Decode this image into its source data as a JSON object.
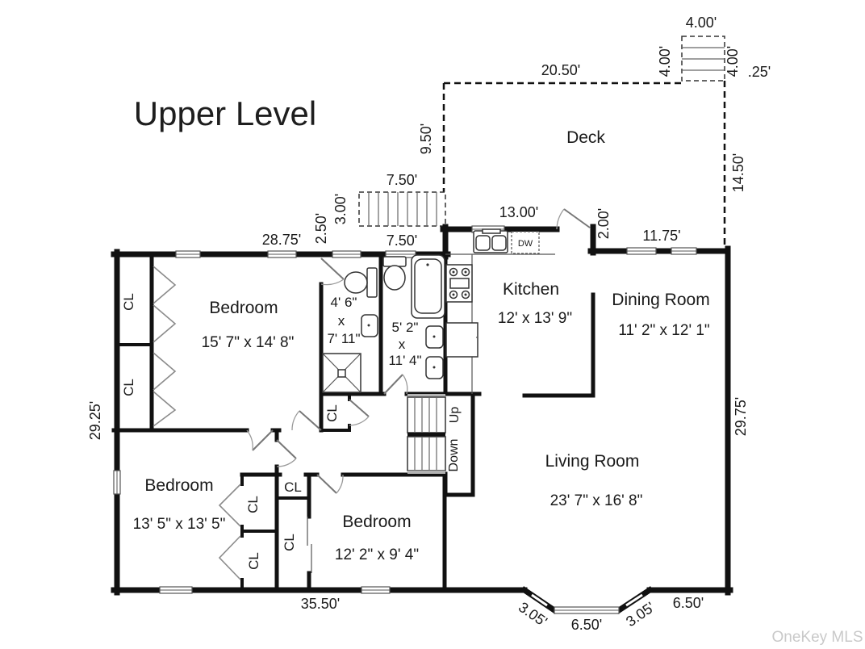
{
  "title": "Upper Level",
  "watermark": "OneKey MLS",
  "colors": {
    "walls": "#111111",
    "text": "#1a1a1a",
    "watermark": "#c9c9c9",
    "background": "#ffffff"
  },
  "rooms": {
    "deck": {
      "name": "Deck"
    },
    "kitchen": {
      "name": "Kitchen",
      "size": "12' x 13' 9\""
    },
    "dining": {
      "name": "Dining Room",
      "size": "11' 2\" x 12' 1\""
    },
    "living": {
      "name": "Living Room",
      "size": "23' 7\" x 16' 8\""
    },
    "bedroom1": {
      "name": "Bedroom",
      "size": "15' 7\" x 14' 8\""
    },
    "bedroom2": {
      "name": "Bedroom",
      "size": "13' 5\" x 13' 5\""
    },
    "bedroom3": {
      "name": "Bedroom",
      "size": "12' 2\" x 9' 4\""
    },
    "bath1": {
      "width": "4' 6\"",
      "by": "x",
      "length": "7' 11\""
    },
    "bath2": {
      "width": "5' 2\"",
      "by": "x",
      "length": "11' 4\""
    }
  },
  "labels": {
    "closet": "CL",
    "dishwasher": "DW",
    "stairs_up": "Up",
    "stairs_down": "Down"
  },
  "dimensions": {
    "deck_stairs_top": "4.00'",
    "deck_stairs_left": "4.00'",
    "deck_stairs_right": "4.00'",
    "deck_stairs_offset": ".25'",
    "deck_top": "20.50'",
    "deck_left": "9.50'",
    "deck_right": "14.50'",
    "ext_stairs_top": "7.50'",
    "ext_stairs_height": "3.00'",
    "wall_jog": "2.50'",
    "ext_stairs_bottom": "7.50'",
    "bedroom_wing_top": "28.75'",
    "kitchen_top": "13.00'",
    "dining_jog": "2.00'",
    "dining_top": "11.75'",
    "left_wall": "29.25'",
    "right_wall": "29.75'",
    "bottom_wall": "35.50'",
    "bay_left": "3.05'",
    "bay_bottom": "6.50'",
    "bay_right": "3.05'",
    "bottom_right": "6.50'"
  }
}
